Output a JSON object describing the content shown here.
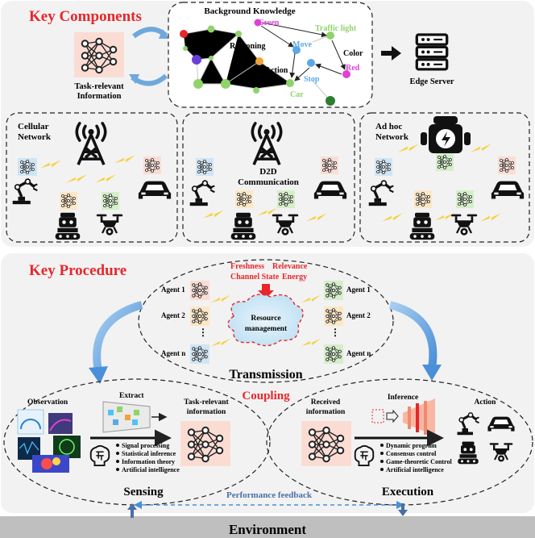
{
  "key_components": {
    "title": "Key Components",
    "task_info": [
      "Task-relevant",
      "Information"
    ],
    "kg": {
      "title": "Background Knowledge",
      "green": "Green",
      "traffic_light": "Traffic  light",
      "reasoning": "Reasoning",
      "move": "Move",
      "color": "Color",
      "action": "Action",
      "stop": "Stop",
      "red": "Red",
      "car": "Car"
    },
    "edge_server": "Edge Server",
    "cellular": [
      "Cellular",
      "Network"
    ],
    "d2d": [
      "D2D",
      "Communication"
    ],
    "adhoc": [
      "Ad hoc",
      "Network"
    ]
  },
  "key_procedure": {
    "title": "Key Procedure",
    "factors": [
      "Freshness",
      "Relevance",
      "Channel State",
      "Energy"
    ],
    "agents_left": [
      "Agent 1",
      "Agent 2",
      "Agent n"
    ],
    "agents_right": [
      "Agent 1",
      "Agent 2",
      "Agent n"
    ],
    "resource": [
      "Resource",
      "management"
    ],
    "transmission": "Transmission",
    "coupling": "Coupling",
    "sensing": {
      "observation": "Observation",
      "extract": "Extract",
      "task_info": [
        "Task-relevant",
        "information"
      ],
      "methods": [
        "Signal processing",
        "Statistical inference",
        "Information theory",
        "Artificial intelligence"
      ],
      "label": "Sensing"
    },
    "execution": {
      "received": [
        "Received",
        "information"
      ],
      "inference": "Inference",
      "action": "Action",
      "methods": [
        "Dynamic program",
        "Consensus control",
        "Game-theoretic Control",
        "Artificial intelligence"
      ],
      "label": "Execution"
    },
    "feedback": "Performance feedback",
    "environment": "Environment"
  },
  "colors": {
    "title_red": "#e8262b",
    "panel_bg": "#f2f2f2",
    "env_bar": "#bfbfbf",
    "accent_blue": "#4a8fd8",
    "bolt": "#f5d03a"
  }
}
